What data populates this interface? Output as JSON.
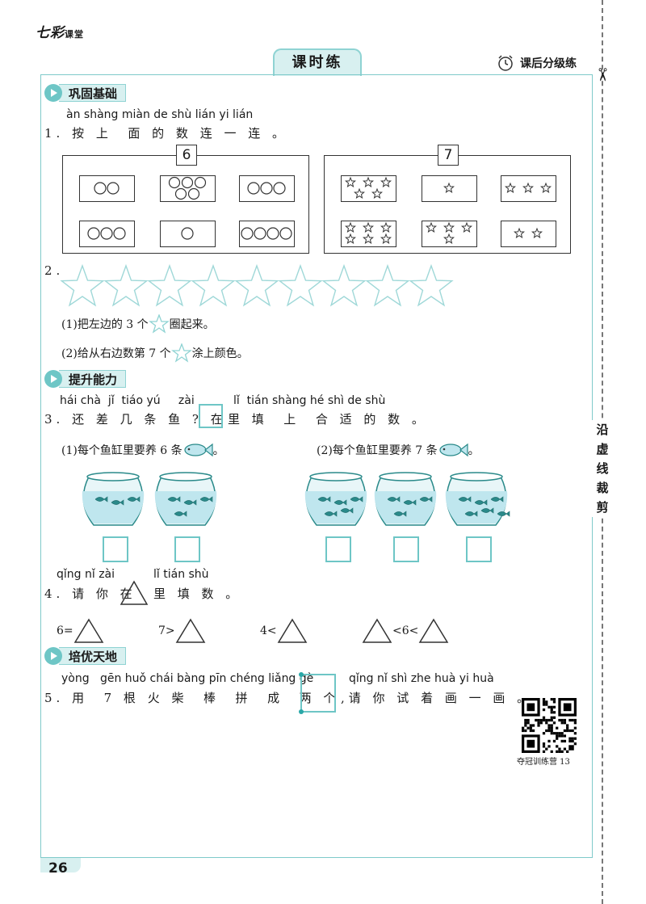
{
  "header": {
    "brand": "七彩",
    "brand_sub": "课堂",
    "tab_title": "课时练",
    "right_label": "课后分级练",
    "clock_icon": "alarm-clock-icon"
  },
  "sidebar": {
    "cut_text": [
      "沿",
      "虚",
      "线",
      "裁",
      "剪"
    ],
    "scissor_icon": "scissors-icon"
  },
  "sections": {
    "s1": "巩固基础",
    "s2": "提升能力",
    "s3": "培优天地"
  },
  "q1": {
    "pinyin": "àn shàng miàn de shù lián yi lián",
    "text": "1. 按 上  面 的 数 连 一 连 。",
    "box_left_num": "6",
    "box_right_num": "7",
    "circle_cards": [
      2,
      5,
      3,
      3,
      1,
      4
    ],
    "star_cards": [
      5,
      1,
      3,
      6,
      4,
      2
    ]
  },
  "q2": {
    "num": "2.",
    "star_count": 9,
    "sub1_before": "(1)把左边的 3 个",
    "sub1_after": "圈起来。",
    "sub2_before": "(2)给从右边数第 7 个",
    "sub2_after": "涂上颜色。"
  },
  "q3": {
    "pinyin_a": "hái chà  jǐ  tiáo yú     zài",
    "pinyin_b": "lǐ  tián shàng hé shì de shù",
    "text_a": "3. 还 差 几 条 鱼 ? 在",
    "text_b": "里 填  上  合 适 的 数 。",
    "sub1": "(1)每个鱼缸里要养 6 条",
    "sub2": "(2)每个鱼缸里要养 7 条",
    "period": "。",
    "bowls": [
      {
        "fish": 3
      },
      {
        "fish": 4
      },
      {
        "fish": 5
      },
      {
        "fish": 4
      },
      {
        "fish": 6
      }
    ]
  },
  "q4": {
    "pinyin_a": "qǐng nǐ zài",
    "pinyin_b": "lǐ tián shù",
    "text_a": "4. 请 你 在",
    "text_b": "里 填 数 。",
    "items": [
      {
        "left": "6=",
        "right": ""
      },
      {
        "left": "7>",
        "right": ""
      },
      {
        "left": "4<",
        "right": ""
      },
      {
        "left": "",
        "mid": "<6<",
        "right": ""
      }
    ]
  },
  "q5": {
    "pinyin_a": "yòng   gēn huǒ chái bàng pīn chéng liǎng gè",
    "pinyin_b": "qǐng nǐ shì zhe huà yi huà",
    "text_a": "5. 用  7 根 火 柴  棒  拼  成  两 个",
    "text_b": ",请 你 试 着 画 一 画 。"
  },
  "qr": {
    "caption": "夺冠训练营 13",
    "icon": "qr-code-icon"
  },
  "footer": {
    "page_number": "26"
  },
  "colors": {
    "accent": "#6ec6c6",
    "accent_light": "#d8f0f0",
    "water": "#bfe6ee"
  }
}
